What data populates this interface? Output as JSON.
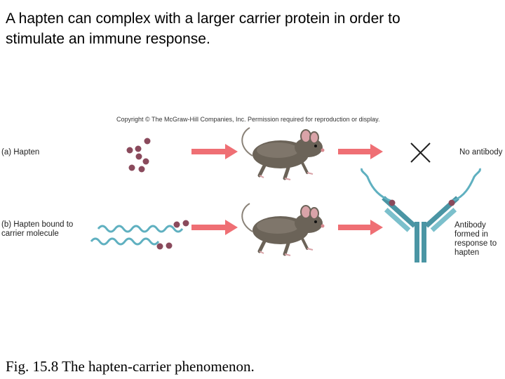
{
  "heading": "A hapten can complex with a larger carrier protein in order to stimulate an immune response.",
  "copyright": "Copyright © The McGraw-Hill Companies, Inc. Permission required for reproduction or display.",
  "rows": [
    {
      "label": "(a) Hapten",
      "result": "No antibody"
    },
    {
      "label": "(b) Hapten bound to carrier molecule",
      "result": "Antibody formed in response to hapten"
    }
  ],
  "caption": "Fig. 15.8 The hapten-carrier phenomenon.",
  "colors": {
    "hapten": "#8a4a5c",
    "carrier": "#5fb0c0",
    "arrow": "#ef6f74",
    "antibody": "#4a95a4",
    "mouse": "#6b6358"
  }
}
